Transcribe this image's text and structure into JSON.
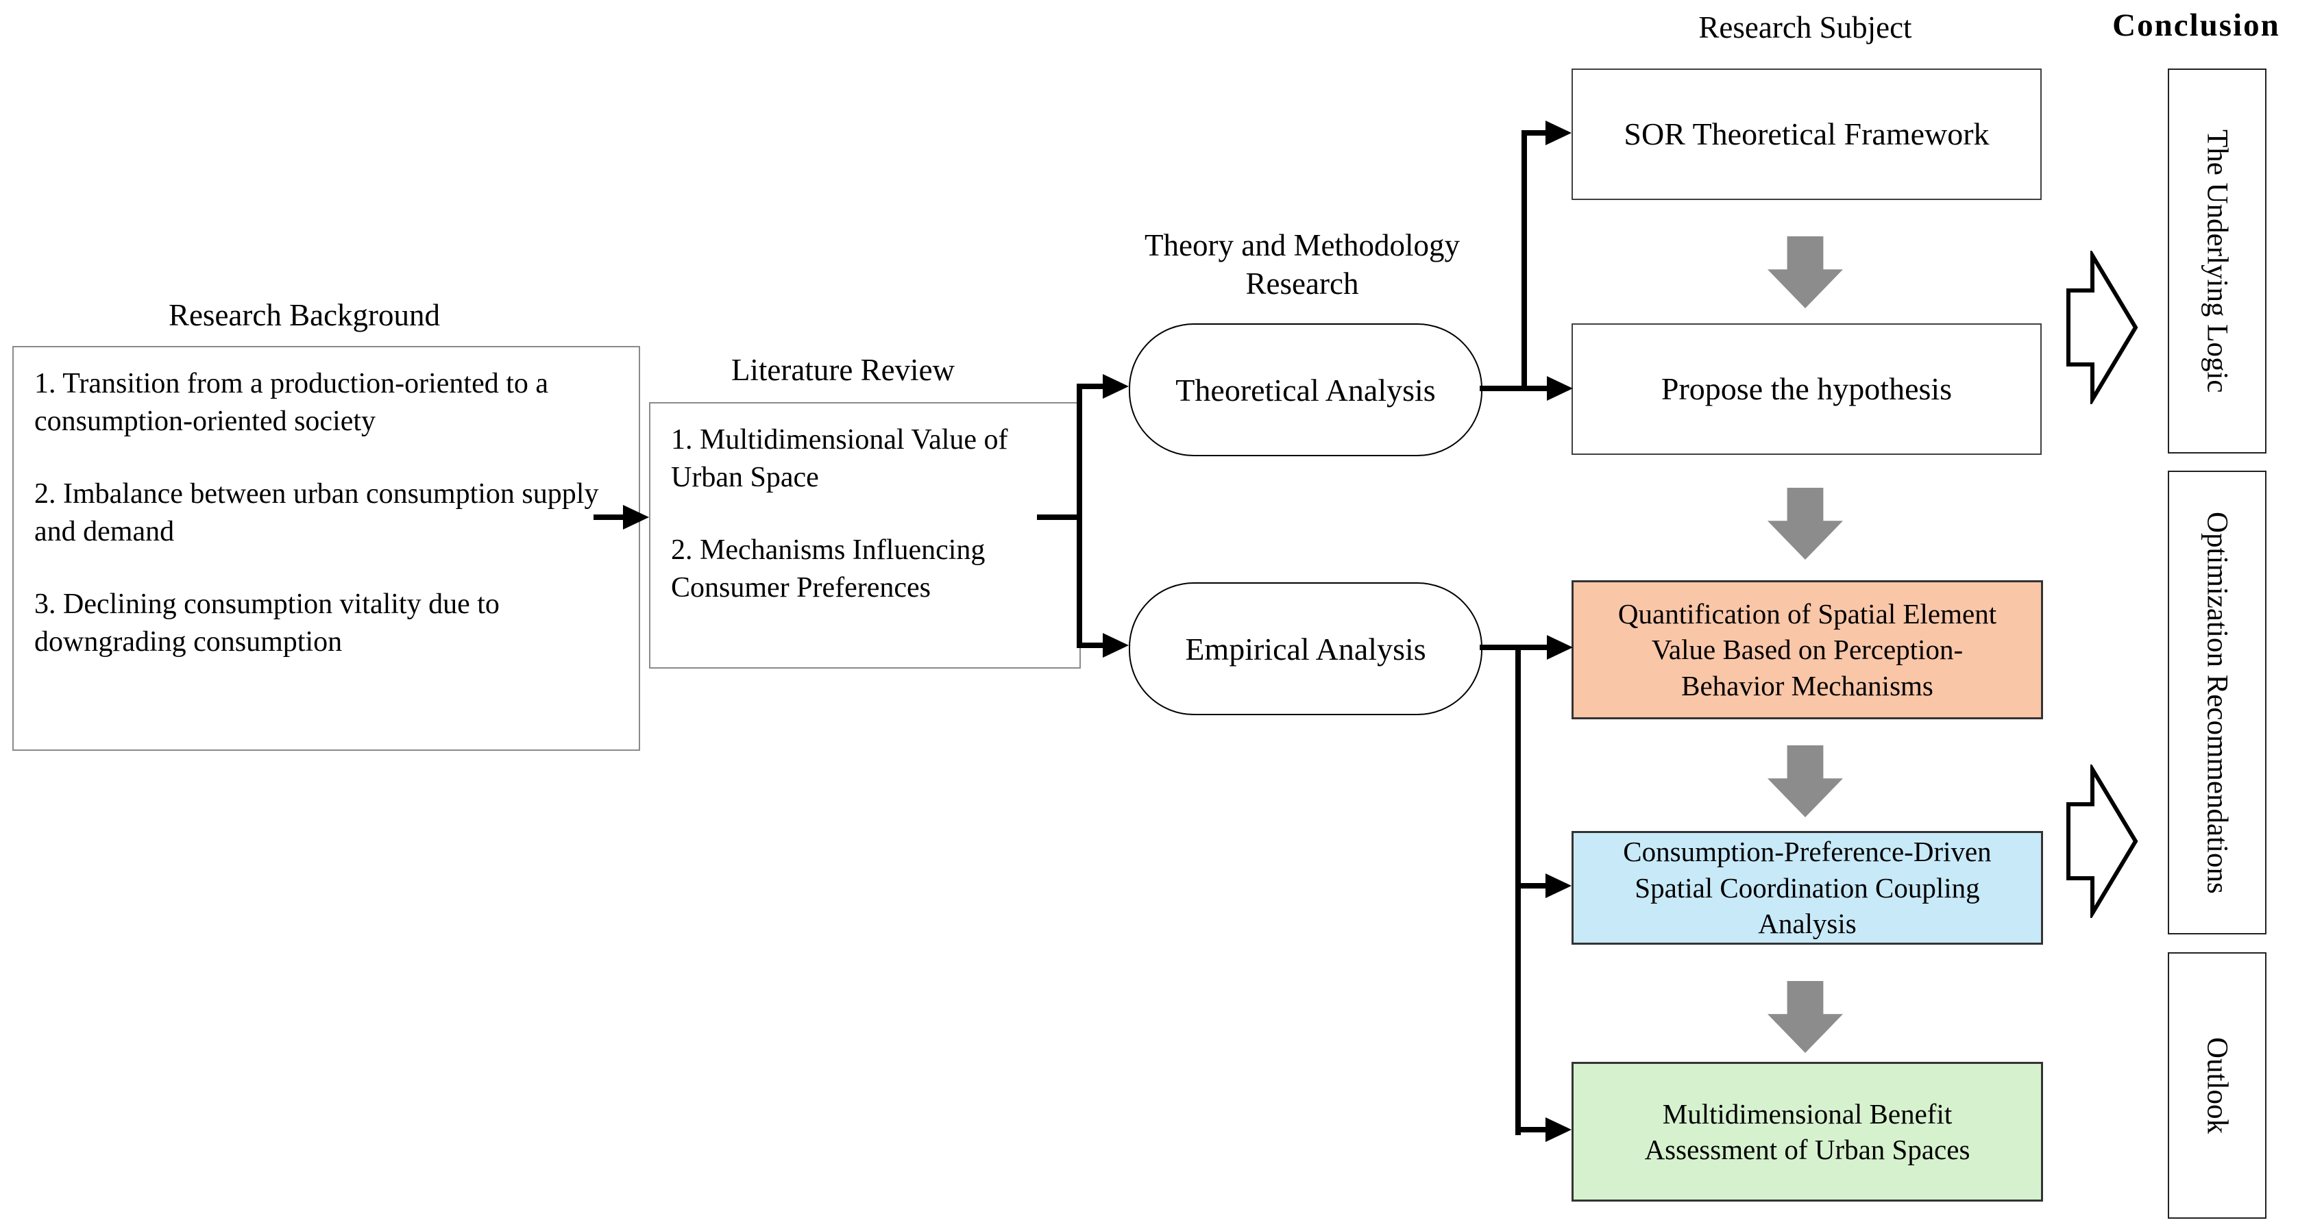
{
  "diagram": {
    "research_background": {
      "title": "Research Background",
      "items": [
        "1. Transition from a production-oriented to a consumption-oriented society",
        "2. Imbalance between urban consumption supply and demand",
        "3. Declining consumption vitality due to downgrading consumption"
      ]
    },
    "literature_review": {
      "title": "Literature Review",
      "items": [
        "1. Multidimensional Value of Urban Space",
        "2. Mechanisms Influencing Consumer Preferences"
      ]
    },
    "theory_methodology": {
      "title": "Theory and Methodology\nResearch",
      "theoretical": "Theoretical Analysis",
      "empirical": "Empirical Analysis"
    },
    "research_subject": {
      "title": "Research Subject",
      "sor": "SOR Theoretical Framework",
      "hypothesis": "Propose the hypothesis",
      "quantification": "Quantification of Spatial Element\nValue Based on Perception-\nBehavior  Mechanisms",
      "coupling": "Consumption-Preference-Driven\nSpatial Coordination Coupling\nAnalysis",
      "benefit": "Multidimensional Benefit\nAssessment of Urban Spaces"
    },
    "conclusion": {
      "title": "Conclusion",
      "underlying_logic": "The Underlying Logic",
      "optimization": "Optimization Recommendations",
      "outlook": "Outlook"
    },
    "colors": {
      "quantification_fill": "#F9C6A8",
      "coupling_fill": "#C8E9F8",
      "benefit_fill": "#D6F1CE",
      "gray_arrow": "#8C8C8C",
      "connector": "#000000"
    }
  }
}
